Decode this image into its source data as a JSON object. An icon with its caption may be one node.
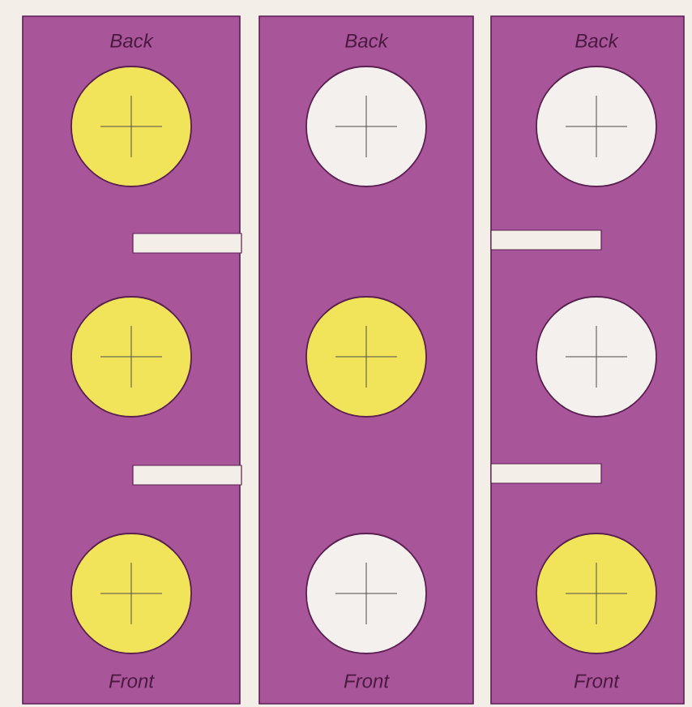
{
  "diagram": {
    "nodes": [
      {
        "text": [
          "Back",
          "Front"
        ]
      },
      {
        "text": [],
        "shape": "circle",
        "in": 0
      },
      {
        "text": [],
        "shape": "circle",
        "in": 0
      },
      {
        "text": [],
        "shape": "circle",
        "in": 0
      },
      {
        "text": [
          "Back",
          "Front"
        ]
      },
      {
        "text": [],
        "shape": "circle",
        "in": 4
      },
      {
        "text": [],
        "shape": "circle",
        "in": 4
      },
      {
        "text": [],
        "shape": "circle",
        "in": 4
      },
      {
        "text": [
          "Back",
          "Front"
        ]
      },
      {
        "text": [],
        "shape": "circle",
        "in": 8
      },
      {
        "text": [],
        "shape": "circle",
        "in": 8
      },
      {
        "text": [],
        "shape": "circle",
        "in": 8
      }
    ]
  }
}
